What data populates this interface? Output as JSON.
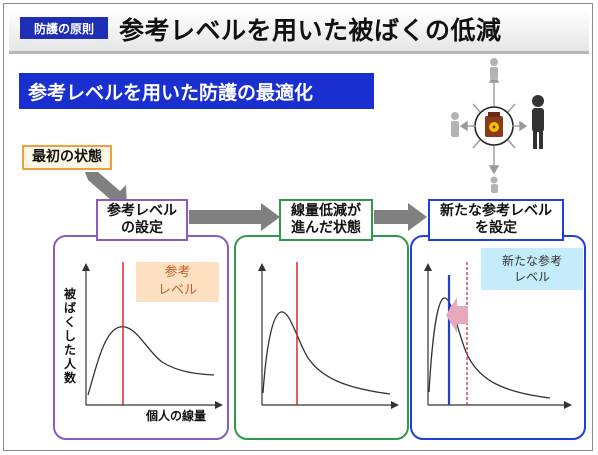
{
  "header": {
    "section_tag": "防護の原則",
    "title": "参考レベルを用いた被ばくの低減"
  },
  "subtitle": "参考レベルを用いた防護の最適化",
  "flow": {
    "initial_state": "最初の状態",
    "steps": [
      {
        "label": "参考レベル\nの設定",
        "color": "#8a5cc0"
      },
      {
        "label": "線量低減が\n進んだ状態",
        "color": "#2f9a4c"
      },
      {
        "label": "新たな参考レベル\nを設定",
        "color": "#1e3fd8"
      }
    ]
  },
  "chart1": {
    "reference_callout": "参考\nレベル",
    "y_axis_label": "被ばくした人数",
    "x_axis_label": "個人の線量"
  },
  "chart3": {
    "new_reference_callout": "新たな参考\nレベル"
  },
  "colors": {
    "accent_blue": "#1a2fd0",
    "reference_line": "#d02020",
    "new_reference_line": "#1e3fd8",
    "arrow_gray": "#808080"
  }
}
